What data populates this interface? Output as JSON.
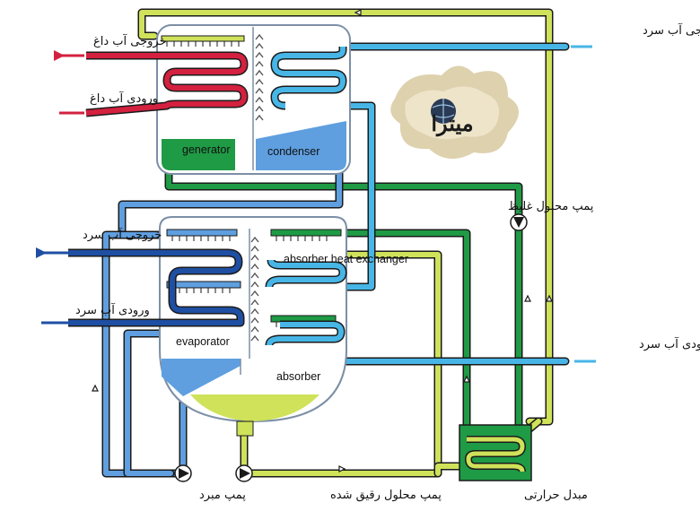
{
  "labels": {
    "hot_out": "خروجی آب داغ",
    "hot_in": "ورودی آب داغ",
    "cold_out_left": "خروجی آب سرد",
    "cold_in_left": "ورودی آب سرد",
    "cold_out_right": "خروجی آب سرد",
    "cold_in_right": "ورودی آب سرد",
    "generator": "generator",
    "condenser": "condenser",
    "evaporator": "evaporator",
    "absorber": "absorber",
    "absorber_hx": "absorber heat exchanger",
    "pump_strong": "پمپ محلول غلیظ",
    "pump_refrigerant": "پمپ مبرد",
    "pump_weak": "پمپ محلول رقیق شده",
    "heat_exchanger": "مبدل حرارتی",
    "logo": "میترا"
  },
  "colors": {
    "hot": "#d3213f",
    "cold_dark": "#1f4fa3",
    "cold_light": "#47b6e6",
    "refrigerant": "#5f9fe0",
    "strong_solution": "#1f9a45",
    "weak_solution": "#cfe25a",
    "outline": "#1a1a1a"
  }
}
